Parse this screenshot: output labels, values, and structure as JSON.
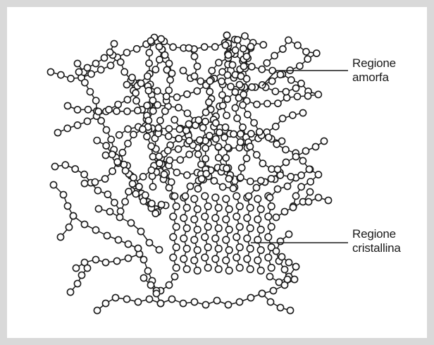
{
  "labels": {
    "amorphous_line1": "Regione",
    "amorphous_line2": "amorfa",
    "crystalline_line1": "Regione",
    "crystalline_line2": "cristallina"
  },
  "colors": {
    "ink": "#1a1a1a",
    "paper": "#ffffff",
    "border": "#d9d9d9"
  }
}
